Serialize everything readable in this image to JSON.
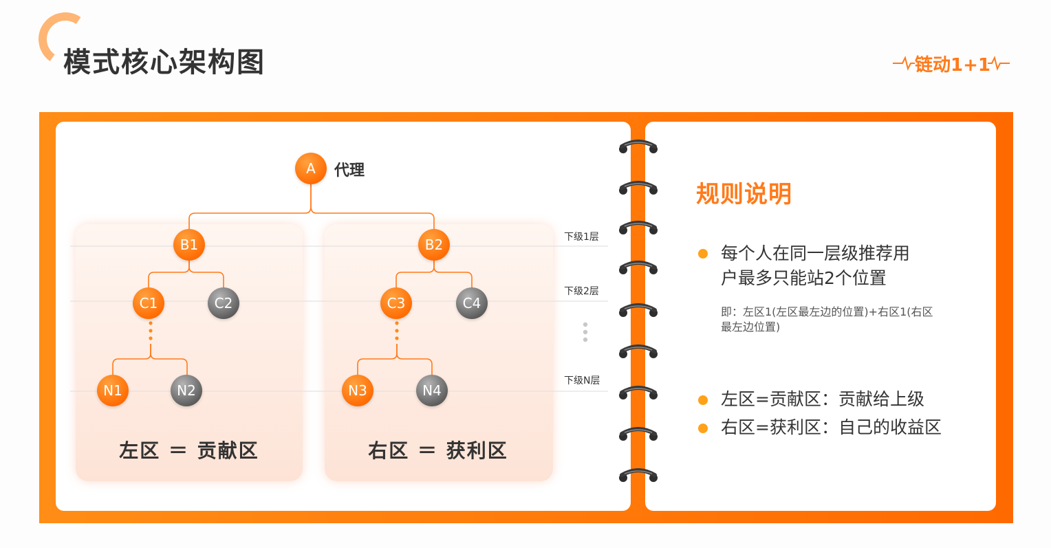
{
  "header": {
    "title": "模式核心架构图",
    "brand": "链动1+1"
  },
  "diagram": {
    "root": {
      "label": "A",
      "caption": "代理"
    },
    "left_zone": {
      "label": "左区 ＝ 贡献区",
      "level1": "B1",
      "level2": [
        "C1",
        "C2"
      ],
      "levelN": [
        "N1",
        "N2"
      ]
    },
    "right_zone": {
      "label": "右区 ＝ 获利区",
      "level1": "B2",
      "level2": [
        "C3",
        "C4"
      ],
      "levelN": [
        "N3",
        "N4"
      ]
    },
    "levels": [
      "下级1层",
      "下级2层",
      "下级N层"
    ]
  },
  "rules": {
    "title": "规则说明",
    "items": [
      {
        "line1": "每个人在同一层级推荐用",
        "line2": "户最多只能站2个位置"
      },
      {
        "line1": "左区=贡献区：贡献给上级"
      },
      {
        "line1": "右区=获利区：自己的收益区"
      }
    ],
    "note": "即：左区1(左区最左边的位置)+右区1(右区最左边位置)"
  },
  "colors": {
    "accent": "#ff7a1a",
    "frame": "#ff7d10",
    "node_orange": "#ff7a1a",
    "node_gray": "#777777",
    "bullet": "#ffa21a"
  }
}
